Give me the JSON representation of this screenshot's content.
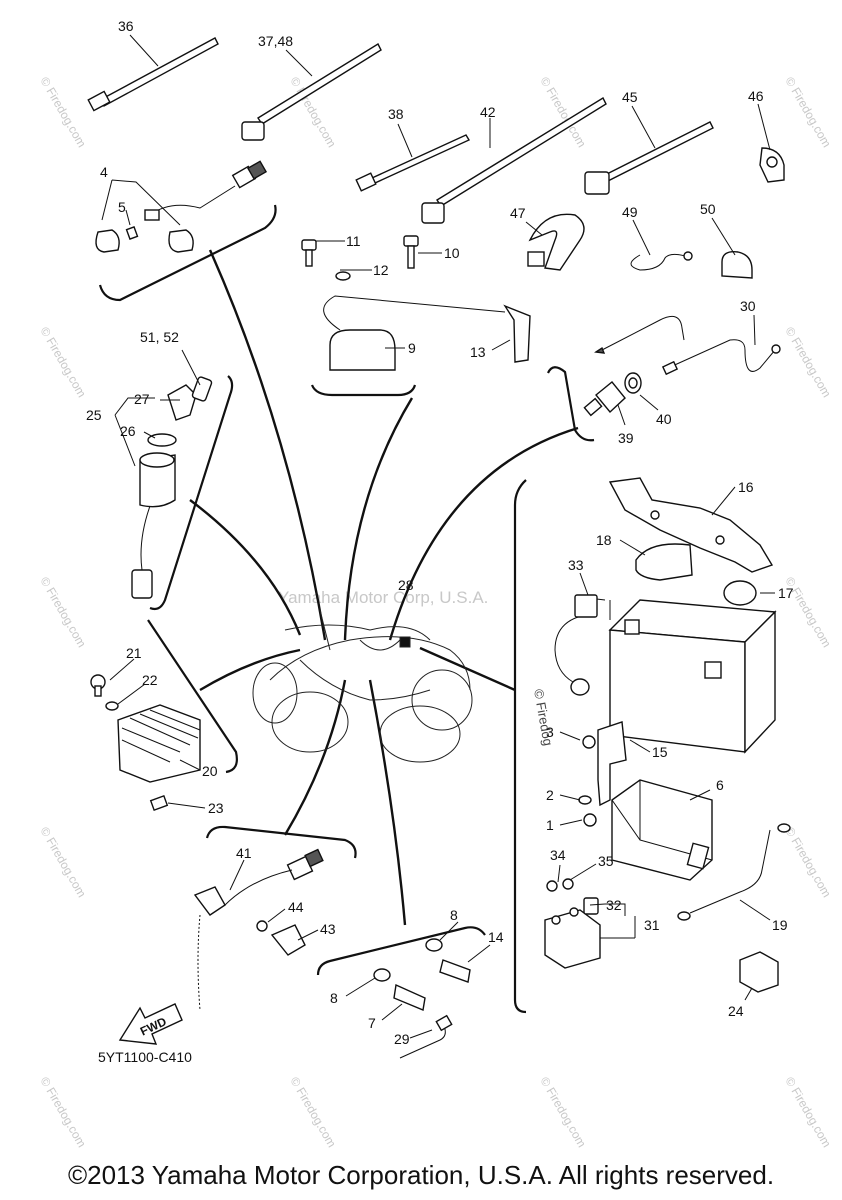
{
  "watermark": {
    "center": "Yamaha Motor Corp, U.S.A.",
    "side": "© Firedog.com",
    "inline": "© Firedog"
  },
  "diagram_code": "5YT1100-C410",
  "fwd_label": "FWD",
  "copyright": "©2013 Yamaha Motor Corporation, U.S.A. All rights reserved.",
  "callouts": {
    "c36": "36",
    "c37_48": "37,48",
    "c38": "38",
    "c42": "42",
    "c45": "45",
    "c46": "46",
    "c4": "4",
    "c5": "5",
    "c11": "11",
    "c10": "10",
    "c12": "12",
    "c9": "9",
    "c13": "13",
    "c47": "47",
    "c49": "49",
    "c50": "50",
    "c30": "30",
    "c39": "39",
    "c40": "40",
    "c51_52": "51, 52",
    "c27": "27",
    "c25": "25",
    "c26": "26",
    "c16": "16",
    "c18": "18",
    "c33": "33",
    "c28": "28",
    "c17": "17",
    "c21": "21",
    "c22": "22",
    "c20": "20",
    "c23": "23",
    "c3": "3",
    "c15": "15",
    "c2": "2",
    "c6": "6",
    "c1": "1",
    "c34": "34",
    "c35": "35",
    "c32": "32",
    "c31": "31",
    "c19": "19",
    "c41": "41",
    "c44": "44",
    "c43": "43",
    "c8a": "8",
    "c14": "14",
    "c8b": "8",
    "c7": "7",
    "c29": "29",
    "c24": "24"
  }
}
